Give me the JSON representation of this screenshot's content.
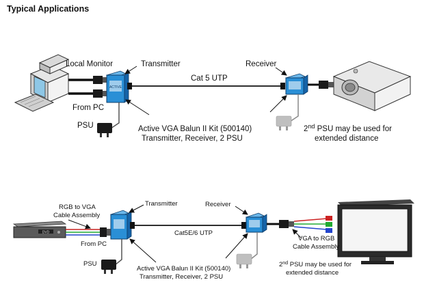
{
  "title": "Typical Applications",
  "diagram1": {
    "local_monitor": "Local Monitor",
    "transmitter": "Transmitter",
    "receiver": "Receiver",
    "cable": "Cat 5 UTP",
    "from_pc": "From PC",
    "psu": "PSU",
    "kit_line1": "Active VGA Balun II Kit (500140)",
    "kit_line2": "Transmitter, Receiver, 2 PSU",
    "psu2_prefix": "2",
    "psu2_sup": "nd",
    "psu2_rest": " PSU may be used for",
    "psu2_line2": "extended distance"
  },
  "diagram2": {
    "rgb_line1": "RGB to VGA",
    "rgb_line2": "Cable Assembly",
    "transmitter": "Transmitter",
    "receiver": "Receiver",
    "cable": "Cat5E/6 UTP",
    "from_pc": "From PC",
    "psu": "PSU",
    "kit_line1": "Active VGA Balun II Kit (500140)",
    "kit_line2": "Transmitter, Receiver, 2 PSU",
    "psu2_prefix": "2",
    "psu2_sup": "nd",
    "psu2_rest": " PSU may be used for",
    "psu2_line2": "extended distance",
    "vga_line1": "VGA to RGB",
    "vga_line2": "Cable Assembly",
    "dvd_label": "DVD"
  },
  "colors": {
    "balun": "#2a8fd6",
    "balun_dark": "#1563a8",
    "psu_grey": "#bfbfbf",
    "psu_black": "#1a1a1a"
  }
}
